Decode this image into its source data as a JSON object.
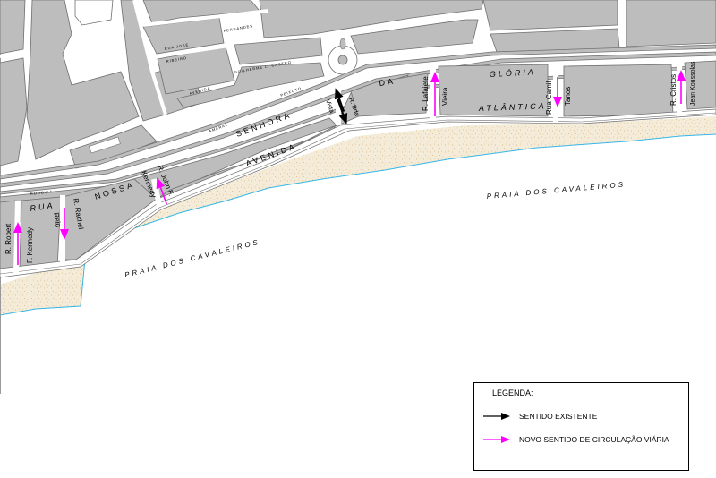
{
  "map": {
    "beach_labels": [
      "PRAIA DOS CAVALEIROS",
      "PRAIA DOS CAVALEIROS"
    ],
    "road_labels": {
      "avenida_top": "AVENIDA",
      "senhora": "SENHORA",
      "nossa": "NOSSA",
      "da": "DA",
      "gloria": "GLÓRIA",
      "atlantica": "ATLÂNTICA",
      "avenida_lower": "AVENIDA",
      "rua": "RUA",
      "amaral": "AMARAL",
      "peixoto": "PEIXOTO",
      "rodovia": "RODOVIA"
    },
    "block_labels": {
      "rua_jose": "RUA JOSÉ",
      "fernandes": "FERNANDES",
      "ribeiro": "RIBEIRO",
      "guilherme": "GUILHERME L. CASTRO",
      "avenida_block": "AVENIDA"
    },
    "street_labels": {
      "r_robert": "R. Robert",
      "f_kennedy": "F. Kennedy",
      "r_rachel": "R. Rachel",
      "reid": "Reid",
      "r_john_f": "R. John F.",
      "kennedy": "Kennedy",
      "r_bda": "R. Bda",
      "vista": "Vista",
      "r_lafaiete": "R. Lafaiete",
      "vieira": "Vieira",
      "rua_camil": "Rua Camil",
      "tanos": "Tanos",
      "r_cristos": "R. Cristos",
      "jean_koussolas": "Jean Koussolas"
    },
    "colors": {
      "block": "#bdbdbd",
      "block_stroke": "#6f6f6f",
      "sand": "#f4ecd8",
      "sand_dot": "#d6b77a",
      "water_line": "#38b6e8",
      "existing": "#000000",
      "new": "#ff00ff"
    }
  },
  "legend": {
    "title": "LEGENDA:",
    "existing_label": "SENTIDO  EXISTENTE",
    "new_label": "NOVO SENTIDO DE CIRCULAÇÃO VIÁRIA"
  }
}
